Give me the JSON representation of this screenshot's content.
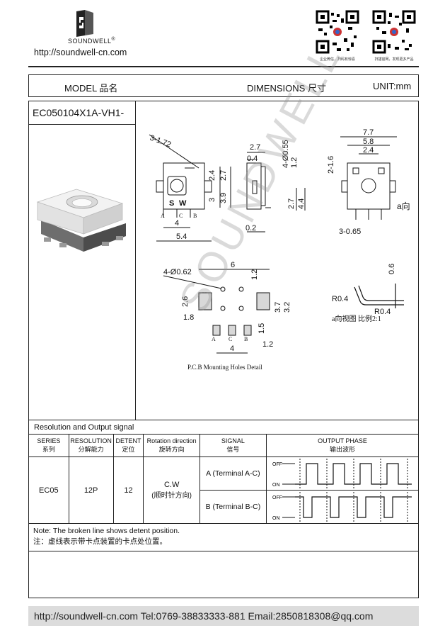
{
  "header": {
    "brand": "SOUNDWELL",
    "registered_mark": "®",
    "url": "http://soundwell-cn.com",
    "qr_captions": [
      "企业微信，扫码有惊喜",
      "扫描官网，发现更多产品"
    ]
  },
  "model_row": {
    "model_label": "MODEL 品名",
    "dimensions_label": "DIMENSIONS 尺寸",
    "unit_label": "UNIT:mm"
  },
  "part_number": "EC050104X1A-VH1-",
  "drawing": {
    "front": {
      "dims": [
        "3-1.72",
        "2.4",
        "2.7",
        "3",
        "3.9",
        "4",
        "5.4"
      ],
      "marks": [
        "S",
        "W",
        "A",
        "C",
        "B"
      ]
    },
    "side": {
      "dims": [
        "2.7",
        "0.4",
        "4-Ø0.55",
        "1.2",
        "2.7",
        "4.4",
        "0.2"
      ]
    },
    "rear": {
      "dims": [
        "7.7",
        "5.8",
        "2.4",
        "2-1.6",
        "3-0.65"
      ],
      "view_label": "a向"
    },
    "pcb": {
      "dims": [
        "4-Ø0.62",
        "6",
        "1.2",
        "2.6",
        "1.8",
        "3.7",
        "3.2",
        "1.5",
        "1.2",
        "4"
      ],
      "pins": [
        "A",
        "C",
        "B"
      ],
      "caption": "P.C.B  Mounting Holes Detail"
    },
    "detail": {
      "dims": [
        "0.6",
        "R0.4",
        "R0.4"
      ],
      "caption": "a向视图 比例2:1"
    },
    "watermark": "SOUNDWELL"
  },
  "signal_table": {
    "title": "Resolution and Output signal",
    "headers": [
      {
        "en": "SERIES",
        "cn": "系列"
      },
      {
        "en": "RESOLUTION",
        "cn": "分解能力"
      },
      {
        "en": "DETENT",
        "cn": "定位"
      },
      {
        "en": "Rotation direction",
        "cn": "旋转方向"
      },
      {
        "en": "SIGNAL",
        "cn": "信号"
      },
      {
        "en": "OUTPUT PHASE",
        "cn": "输出波形"
      }
    ],
    "row": {
      "series": "EC05",
      "resolution": "12P",
      "detent": "12",
      "rotation": "C.W",
      "rotation_cn": "(顺时针方向)",
      "signal_a": "A (Terminal A-C)",
      "signal_b": "B (Terminal B-C)"
    },
    "wave_labels": {
      "off": "OFF",
      "on": "ON"
    }
  },
  "note": {
    "en": "Note: The broken line shows detent position.",
    "cn": "注：虚线表示带卡点装置的卡点处位置。"
  },
  "footer": "http://soundwell-cn.com   Tel:0769-38833333-881   Email:2850818308@qq.com"
}
